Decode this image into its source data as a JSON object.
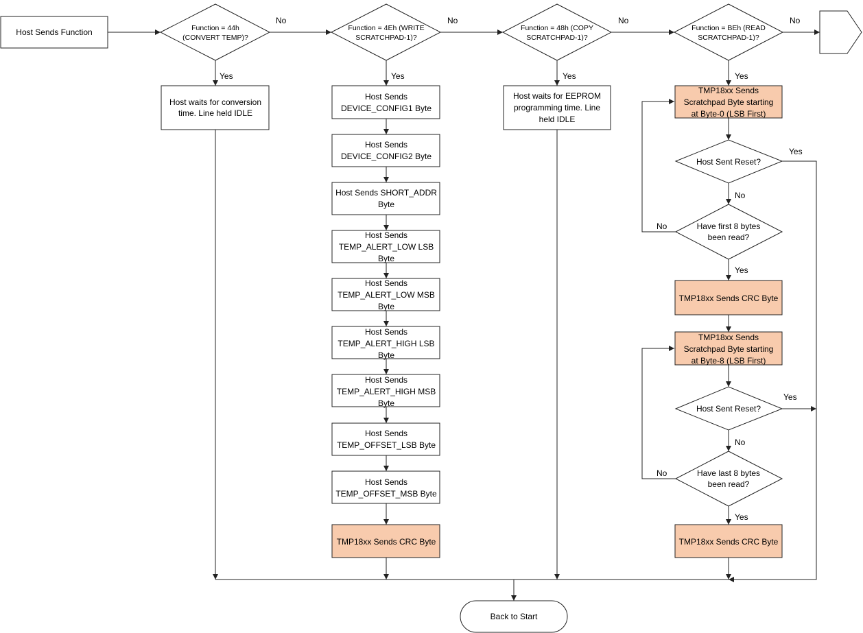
{
  "colors": {
    "process_fill": "#ffffff",
    "tmp_fill": "#f8cbad",
    "stroke": "#222222"
  },
  "nodes": {
    "start": "Host Sends Function",
    "d44": [
      "Function = 44h",
      "(CONVERT TEMP)?"
    ],
    "d4e": [
      "Function = 4Eh (WRITE",
      "SCRATCHPAD-1)?"
    ],
    "d48": [
      "Function = 48h (COPY",
      "SCRATCHPAD-1)?"
    ],
    "dbe": [
      "Function = BEh (READ",
      "SCRATCHPAD-1)?"
    ],
    "convert_wait": [
      "Host waits for conversion",
      "time. Line held IDLE"
    ],
    "write_steps": [
      [
        "Host Sends",
        "DEVICE_CONFIG1 Byte"
      ],
      [
        "Host Sends",
        "DEVICE_CONFIG2 Byte"
      ],
      [
        "Host Sends SHORT_ADDR",
        "Byte"
      ],
      [
        "Host Sends",
        "TEMP_ALERT_LOW LSB",
        "Byte"
      ],
      [
        "Host Sends",
        "TEMP_ALERT_LOW MSB",
        "Byte"
      ],
      [
        "Host Sends",
        "TEMP_ALERT_HIGH LSB",
        "Byte"
      ],
      [
        "Host Sends",
        "TEMP_ALERT_HIGH MSB",
        "Byte"
      ],
      [
        "Host Sends",
        "TEMP_OFFSET_LSB Byte"
      ],
      [
        "Host Sends",
        "TEMP_OFFSET_MSB Byte"
      ]
    ],
    "write_crc": "TMP18xx Sends CRC Byte",
    "eeprom_wait": [
      "Host waits for EEPROM",
      "programming time. Line",
      "held IDLE"
    ],
    "read_byte0": [
      "TMP18xx Sends",
      "Scratchpad Byte starting",
      "at Byte-0 (LSB First)"
    ],
    "reset1": "Host Sent Reset?",
    "first8": [
      "Have first 8 bytes",
      "been read?"
    ],
    "read_crc1": "TMP18xx Sends CRC Byte",
    "read_byte8": [
      "TMP18xx Sends",
      "Scratchpad Byte starting",
      "at Byte-8 (LSB First)"
    ],
    "reset2": "Host Sent Reset?",
    "last8": [
      "Have last 8 bytes",
      "been read?"
    ],
    "read_crc2": "TMP18xx Sends CRC Byte",
    "end": "Back to Start"
  },
  "edge_labels": {
    "yes": "Yes",
    "no": "No"
  }
}
